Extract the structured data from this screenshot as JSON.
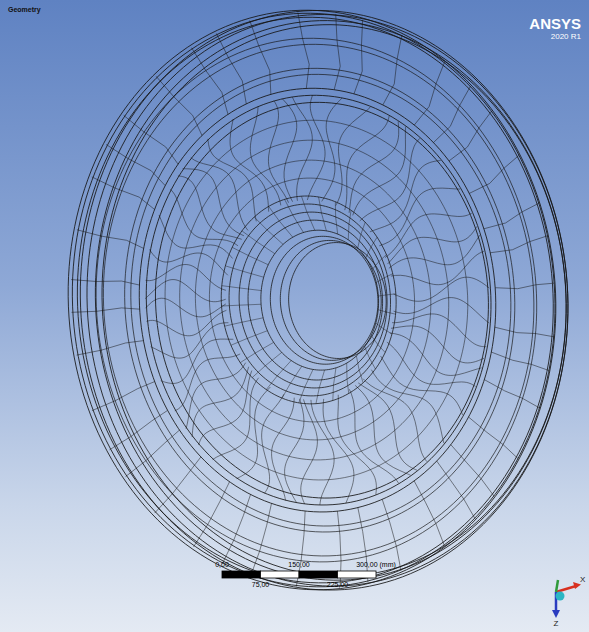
{
  "diagram": {
    "labels": [
      "Geometry",
      "ANSYS",
      "2020 R1",
      "0,00",
      "150,00",
      "300,00 (mm)",
      "75,00",
      "225,00",
      "X",
      "Z"
    ]
  }
}
